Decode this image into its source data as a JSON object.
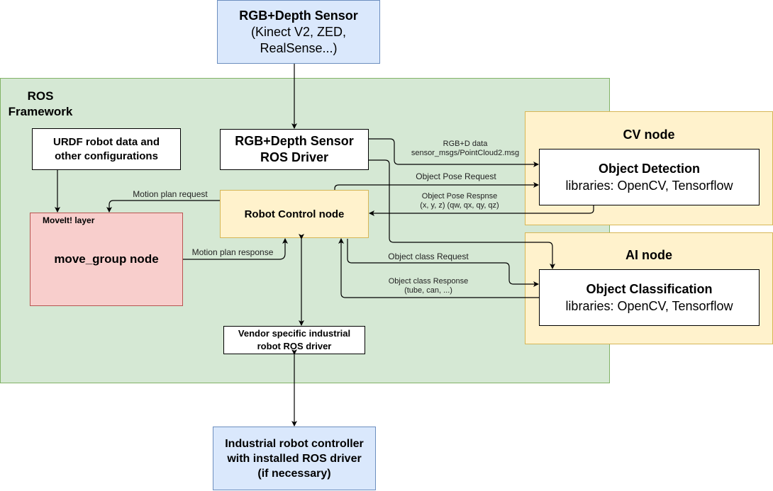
{
  "sensor": {
    "title": "RGB+Depth Sensor",
    "subtitle": "(Kinect V2, ZED,",
    "subtitle2": "RealSense...)"
  },
  "ros_framework": {
    "line1": "ROS",
    "line2": "Framework"
  },
  "urdf": {
    "line1": "URDF robot data and",
    "line2": "other configurations"
  },
  "sensor_driver": {
    "line1": "RGB+Depth Sensor",
    "line2": "ROS Driver"
  },
  "robot_control": {
    "label": "Robot Control node"
  },
  "moveit": {
    "layer_label": "MoveIt! layer",
    "node_label": "move_group node"
  },
  "vendor_driver": {
    "line1": "Vendor specific industrial",
    "line2": "robot ROS driver"
  },
  "cv_node": {
    "title": "CV node",
    "box_title": "Object Detection",
    "box_sub": "libraries: OpenCV, Tensorflow"
  },
  "ai_node": {
    "title": "AI node",
    "box_title": "Object Classification",
    "box_sub": "libraries: OpenCV, Tensorflow"
  },
  "controller": {
    "line1": "Industrial robot controller",
    "line2": "with installed ROS driver",
    "line3": "(if necessary)"
  },
  "edges": {
    "rgbd_data_l1": "RGB+D data",
    "rgbd_data_l2": "sensor_msgs/PointCloud2.msg",
    "pose_request": "Object Pose Request",
    "pose_response_l1": "Object Pose Respnse",
    "pose_response_l2": "(x, y, z) (qw, qx, qy, qz)",
    "motion_plan_request": "Motion plan request",
    "motion_plan_response": "Motion plan response",
    "class_request": "Object class Request",
    "class_response_l1": "Object class Response",
    "class_response_l2": "(tube, can, ...)"
  },
  "colors": {
    "ros_frame": "#d5e8d4",
    "sensor": "#dae8fc",
    "node_yellow": "#fff2cc",
    "moveit": "#f8cecc"
  }
}
